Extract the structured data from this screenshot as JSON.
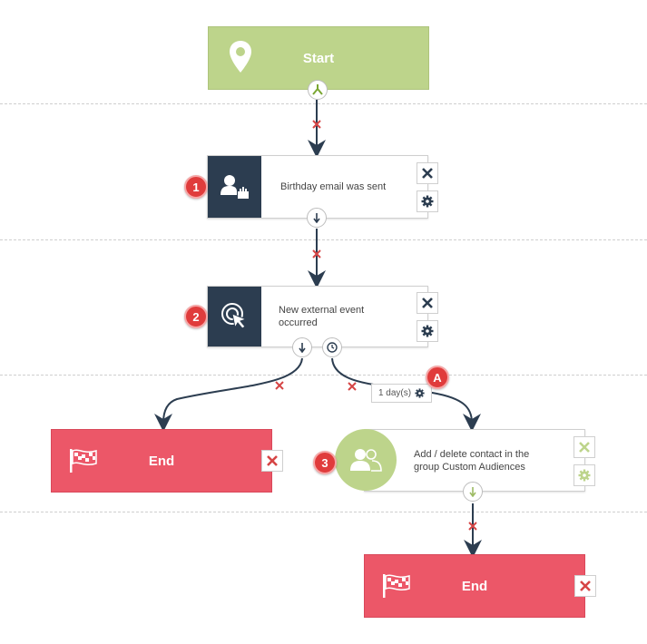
{
  "start": {
    "label": "Start",
    "icon": "location-pin-icon",
    "color": "#bdd48b"
  },
  "steps": [
    {
      "badge": "1",
      "label": "Birthday email was sent",
      "icon": "user-birthday-cake-icon",
      "icon_bg": "#2c3d50"
    },
    {
      "badge": "2",
      "label": "New external event occurred",
      "icon": "cursor-click-icon",
      "icon_bg": "#2c3d50"
    },
    {
      "badge": "3",
      "label": "Add / delete contact in the group Custom Audiences",
      "icon": "contacts-group-icon",
      "icon_bg": "#bdd48b"
    }
  ],
  "delay": {
    "badge": "A",
    "label": "1 day(s)"
  },
  "ends": [
    {
      "label": "End",
      "icon": "checkered-flag-icon"
    },
    {
      "label": "End",
      "icon": "checkered-flag-icon"
    }
  ],
  "colors": {
    "end": "#ec5768",
    "dark": "#2c3d50",
    "accent_red": "#e03c3c",
    "green": "#bdd48b"
  }
}
